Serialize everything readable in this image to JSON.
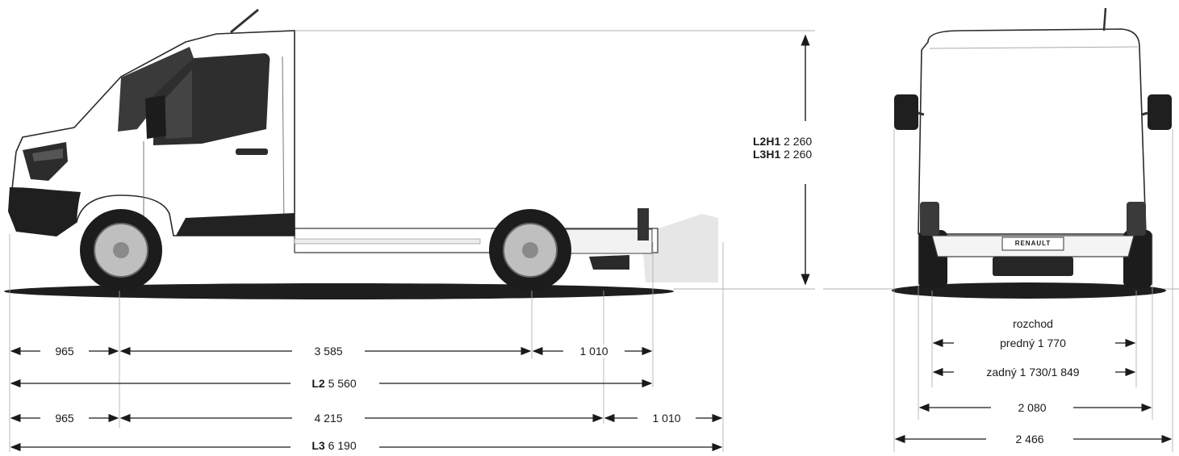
{
  "side_view": {
    "height_label_1": {
      "code": "L2H1",
      "value": "2 260"
    },
    "height_label_2": {
      "code": "L3H1",
      "value": "2 260"
    },
    "row1": {
      "front_overhang": "965",
      "wheelbase": "3 585",
      "rear_overhang": "1 010"
    },
    "row2": {
      "code": "L2",
      "total": "5 560"
    },
    "row3": {
      "front_overhang": "965",
      "wheelbase": "4 215",
      "rear_overhang": "1 010"
    },
    "row4": {
      "code": "L3",
      "total": "6 190"
    }
  },
  "rear_view": {
    "badge_text": "RENAULT",
    "track_title": "rozchod",
    "track_front": "predný 1 770",
    "track_rear": "zadný 1 730/1 849",
    "body_width": "2 080",
    "mirror_width": "2 466"
  },
  "colors": {
    "line": "#1a1a1a",
    "body": "#ffffff",
    "tire": "#1c1c1c",
    "shadow": "#2b2b2b"
  }
}
